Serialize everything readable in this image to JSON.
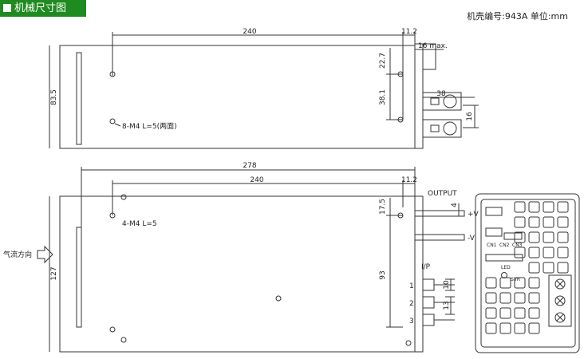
{
  "header": {
    "title": "机械尺寸图",
    "right_info": "机壳编号:943A 单位:mm"
  },
  "top_view": {
    "dim_240": "240",
    "dim_11_2": "11.2",
    "dim_16max": "16 max.",
    "dim_22_7": "22.7",
    "dim_38_1": "38.1",
    "dim_83_5": "83.5",
    "dim_38": "38",
    "dim_16": "16",
    "screw_label": "8-M4 L=5(两面)"
  },
  "front_view": {
    "dim_278": "278",
    "dim_240": "240",
    "dim_11_2": "11.2",
    "dim_17_5": "17.5",
    "dim_4": "4",
    "dim_127": "127",
    "dim_93": "93",
    "dim_10": "10",
    "dim_13": "13",
    "screw_label": "4-M4 L=5",
    "airflow": "气流方向",
    "output": "OUTPUT",
    "plus_v": "+V",
    "minus_v": "-V",
    "ip": "I/P",
    "pin1": "1",
    "pin2": "2",
    "pin3": "3"
  },
  "panel": {
    "cn1": "CN1",
    "cn2": "CN2",
    "cn3": "CN3",
    "led": "LED",
    "svr": "SVR"
  }
}
